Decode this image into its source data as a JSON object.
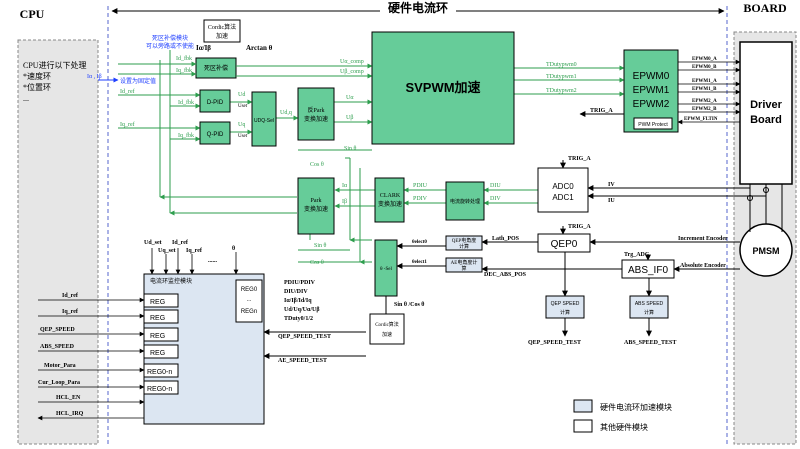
{
  "regions": {
    "cpu_title": "CPU",
    "top_title": "硬件电流环",
    "board_title": "BOARD"
  },
  "cpu_box": {
    "lines": [
      "CPU进行以下处理",
      "*速度环",
      "*位置环",
      "..."
    ]
  },
  "compensation": {
    "note_line1": "死区补偿模块",
    "note_line2": "可以旁路或不使能",
    "label": "死区补偿",
    "ref_note": "设置为固定值"
  },
  "cordic_top": {
    "line1": "Cordic算法",
    "line2": "加速",
    "arctan": "Arctan θ"
  },
  "blocks": {
    "d_pid": "D-PID",
    "q_pid": "Q-PID",
    "udq_sel": "UDQ-Sel",
    "ipark_line1": "反Park",
    "ipark_line2": "变换加速",
    "svpwm": "SVPWM加速",
    "park_line1": "Park",
    "park_line2": "变换加速",
    "clark_line1": "CLARK",
    "clark_line2": "变换加速",
    "current_rot": "电流旋转处理",
    "adc_line1": "ADC0",
    "adc_line2": "ADC1",
    "theta_sel": "θ -Sel",
    "qep_calc_line1": "QEP电角度",
    "qep_calc_line2": "计算",
    "ae_calc_line1": "AE电角度计",
    "ae_calc_line2": "算",
    "qep0": "QEP0",
    "abs_if0": "ABS_IF0",
    "qep_speed_line1": "QEP SPEED",
    "qep_speed_line2": "计算",
    "abs_speed_line1": "ABS SPEED",
    "abs_speed_line2": "计算",
    "cordic_bottom_line1": "Cordic算法",
    "cordic_bottom_line2": "加速",
    "driver_line1": "Driver",
    "driver_line2": "Board",
    "pmsm": "PMSM",
    "pwm_protect": "PWM Protect"
  },
  "epwm": {
    "modules": [
      "EPWM0",
      "EPWM1",
      "EPWM2"
    ],
    "outputs": [
      "EPWM0_A",
      "EPWM0_B",
      "EPWM1_A",
      "EPWM1_B",
      "EPWM2_A",
      "EPWM2_B"
    ],
    "fault": "EPWM_FLTIN"
  },
  "signals": {
    "u_comp1": "Uα_comp",
    "u_comp2": "Uβ_comp",
    "u_alpha": "Uα",
    "u_beta": "Uβ",
    "tduty0": "TDutypwm0",
    "tduty1": "TDutypwm1",
    "tduty2": "TDutypwm2",
    "trig_a1": "TRIG_A",
    "trig_a2": "TRIG_A",
    "trig_a3": "TRIG_A",
    "trig_adc": "Trg_ADC",
    "iv": "IV",
    "iu": "IU",
    "pdi_u": "PDIU",
    "pdi_v": "PDIV",
    "di_u": "DIU",
    "di_v": "DIV",
    "i_alpha": "Iα",
    "i_beta": "Iβ",
    "sin_theta": "Sin θ",
    "cos_theta": "Cos θ",
    "sin_cos_theta": "Sin θ /Cos θ",
    "theta_elec1": "θelect0",
    "theta_elec2": "θelect1",
    "lath_pos": "Lath_POS",
    "dec_abs_pos": "DEC_ABS_POS",
    "incremental_enc": "Increment Encoder",
    "absolute_enc": "Absolute Encoder",
    "ud": "Ud",
    "uq": "Uq",
    "ud_set": "Uset",
    "uq_set": "Uset",
    "ud_q": "Ud,q",
    "id_ref": "Id_ref",
    "iq_ref": "Iq_ref",
    "id_fdbk": "Id_fbk",
    "iq_fdbk": "Iq_fbk",
    "id_fdbk2": "Id_fbk",
    "iq_fdbk2": "Iq_fbk",
    "id_iq_note": "Iα , Iβ",
    "i_d_fbk_top": "Id_fbk",
    "i_q_fbk_top": "Iq_fbk",
    "arctan_i": "Iα/Iβ",
    "u_dset": "Ud_set",
    "u_qset": "Uq_set",
    "id_ref_top": "Id_ref",
    "iq_ref_top": "Iq_ref",
    "theta": "θ",
    "dots": "......"
  },
  "monitor": {
    "title": "电流环监控模块",
    "reg0": "REG0",
    "regdots": "...",
    "regn": "REGn",
    "reg": "REG",
    "reg0n": "REG0-n",
    "outputs_line1": "PDIU/PDIV",
    "outputs_line2": "DIU/DIV",
    "outputs_line3": "Iα/Iβ/Id/Iq",
    "outputs_line4": "Ud/Uq/Uα/Uβ",
    "outputs_line5": "TDuty0/1/2",
    "qep_speed_test": "QEP_SPEED_TEST",
    "ae_speed_test": "AE_SPEED_TEST",
    "qep_speed_test2": "QEP_SPEED_TEST",
    "abs_speed_test": "ABS_SPEED_TEST"
  },
  "inputs": {
    "id_ref": "Id_ref",
    "iq_ref": "Iq_ref",
    "qep_speed": "QEP_SPEED",
    "abs_speed": "ABS_SPEED",
    "motor_para": "Motor_Para",
    "cur_loop_para": "Cur_Loop_Para",
    "hcl_en": "HCL_EN",
    "hcl_irq": "HCL_IRQ"
  },
  "legend": {
    "accel_label": "硬件电流环加速模块",
    "other_label": "其他硬件模块"
  },
  "colors": {
    "green_block": "#66CC99",
    "green_line": "#33AA55",
    "cpu_bg": "#E8E8E8",
    "monitor_bg": "#DCE6F2",
    "arrow_blue": "#0000CC",
    "text_blue": "#1F3FFF"
  }
}
